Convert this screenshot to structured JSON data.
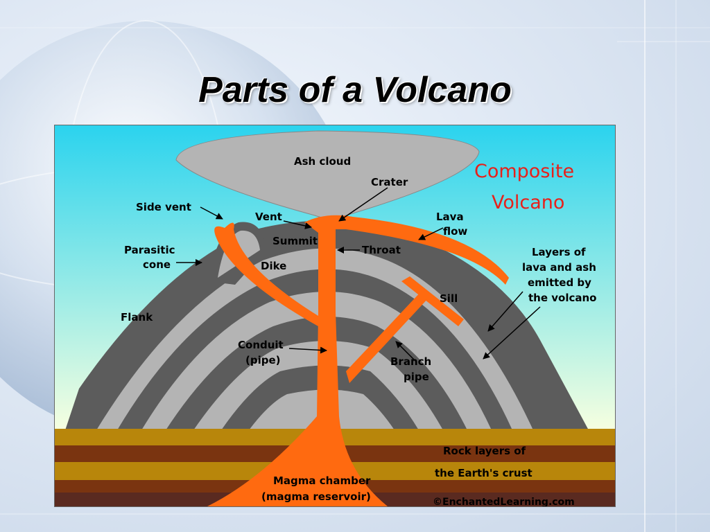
{
  "slide": {
    "title": "Parts of a Volcano"
  },
  "diagram": {
    "heading_line1": "Composite",
    "heading_line2": "Volcano",
    "labels": {
      "ash_cloud": "Ash cloud",
      "crater": "Crater",
      "side_vent": "Side vent",
      "vent": "Vent",
      "summit": "Summit",
      "lava_flow_1": "Lava",
      "lava_flow_2": "flow",
      "parasitic_cone_1": "Parasitic",
      "parasitic_cone_2": "cone",
      "throat": "Throat",
      "dike": "Dike",
      "layers_1": "Layers of",
      "layers_2": "lava and ash",
      "layers_3": "emitted by",
      "layers_4": "the volcano",
      "sill": "Sill",
      "flank": "Flank",
      "conduit_1": "Conduit",
      "conduit_2": "(pipe)",
      "branch_pipe_1": "Branch",
      "branch_pipe_2": "pipe",
      "rock_layers_1": "Rock layers of",
      "rock_layers_2": "the Earth's crust",
      "magma_chamber_1": "Magma chamber",
      "magma_chamber_2": "(magma reservoir)",
      "copyright": "©EnchantedLearning.com"
    },
    "colors": {
      "sky_top": "#2bd3ee",
      "sky_bottom": "#f6ffe0",
      "ash_cloud": "#b4b4b4",
      "dark_layer": "#5c5c5c",
      "light_layer": "#b4b4b4",
      "magma": "#ff6a10",
      "rock_gold": "#b8860b",
      "rock_brown": "#7a3410",
      "title_red": "#e8201a"
    }
  }
}
